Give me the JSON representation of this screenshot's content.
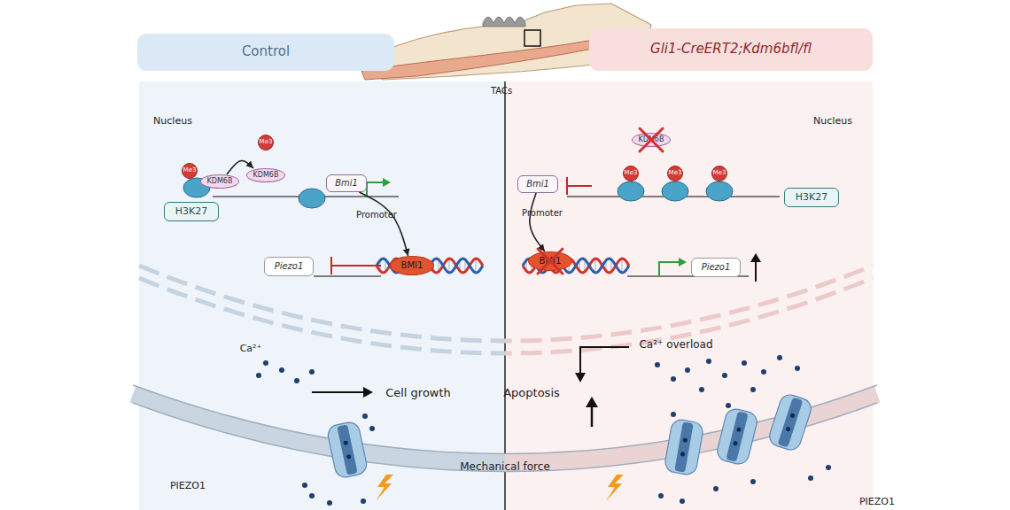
{
  "diagram": {
    "nodes": [
      {
        "text": [
          "Control"
        ]
      },
      {
        "text": [
          "Gli1-CreERT2;Kdm6bfl/fl"
        ]
      },
      {
        "text": [
          "Me3"
        ]
      },
      {
        "text": [
          "KDM6B"
        ]
      },
      {
        "text": [
          "KDM6B"
        ]
      },
      {
        "text": [
          "Me3"
        ]
      },
      {
        "text": [
          "H3K27"
        ]
      },
      {
        "text": [
          "Bmi1"
        ]
      },
      {
        "text": [
          "Piezo1"
        ]
      },
      {
        "text": [
          "BMI1"
        ]
      },
      {
        "text": [
          "KDM6B"
        ]
      },
      {
        "text": [
          "Me3"
        ]
      },
      {
        "text": [
          "Me3"
        ]
      },
      {
        "text": [
          "Me3"
        ]
      },
      {
        "text": [
          "Bmi1"
        ]
      },
      {
        "text": [
          "H3K27"
        ]
      },
      {
        "text": [
          "BMI1"
        ]
      },
      {
        "text": [
          "Piezo1"
        ]
      }
    ],
    "edges": [
      {
        "from": 3,
        "to": 4,
        "arrow": "to"
      },
      {
        "from": 7,
        "to": 9,
        "arrow": "to"
      },
      {
        "from": 14,
        "to": 16,
        "arrow": "to"
      }
    ],
    "labels": [
      "TACs",
      "Nucleus",
      "Nucleus",
      "Promoter",
      "Promoter",
      "Ca²⁺",
      "Cell growth",
      "PIEZO1",
      "Mechanical force",
      "Ca²⁺ overload",
      "Apoptosis",
      "PIEZO1"
    ]
  }
}
